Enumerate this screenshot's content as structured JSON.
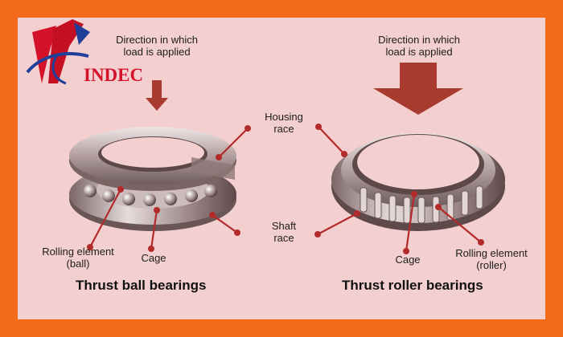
{
  "logo": {
    "text": "INDEC"
  },
  "left": {
    "direction_line1": "Direction in which",
    "direction_line2": "load is applied",
    "rolling_line1": "Rolling element",
    "rolling_line2": "(ball)",
    "cage": "Cage",
    "title": "Thrust ball bearings"
  },
  "middle": {
    "housing_line1": "Housing",
    "housing_line2": "race",
    "shaft_line1": "Shaft",
    "shaft_line2": "race"
  },
  "right": {
    "direction_line1": "Direction in which",
    "direction_line2": "load is applied",
    "cage": "Cage",
    "rolling_line1": "Rolling element",
    "rolling_line2": "(roller)",
    "title": "Thrust roller bearings"
  },
  "colors": {
    "frame": "#f26b1d",
    "panel": "#f4cfcf",
    "arrow": "#a83a30",
    "leader": "#b32a2a",
    "metal_dark": "#6e5a5a",
    "metal_light": "#e9dede"
  }
}
